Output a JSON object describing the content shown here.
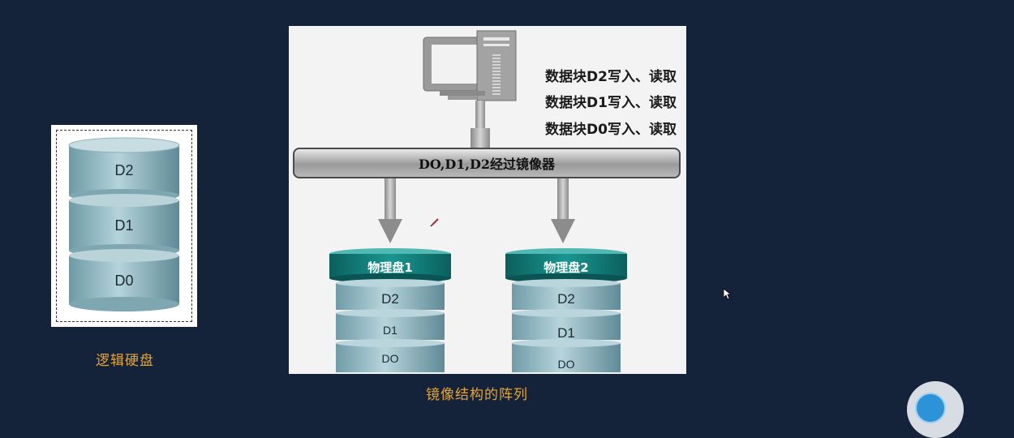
{
  "logical_disk": {
    "segments": [
      "D2",
      "D1",
      "D0"
    ],
    "caption": "逻辑硬盘"
  },
  "mirror_diagram": {
    "block_lines": [
      "数据块D2写入、读取",
      "数据块D1写入、读取",
      "数据块D0写入、读取"
    ],
    "mirror_label": "DO,D1,D2经过镜像器",
    "physical_disks": [
      {
        "title": "物理盘1",
        "segments": [
          "D2",
          "D1",
          "DO"
        ]
      },
      {
        "title": "物理盘2",
        "segments": [
          "D2",
          "D1",
          "DO"
        ]
      }
    ],
    "caption": "镜像结构的阵列"
  },
  "colors": {
    "background": "#14233a",
    "caption": "#e6a532",
    "disk_teal": "#0f7d78",
    "cylinder": "#8fb6bf"
  }
}
